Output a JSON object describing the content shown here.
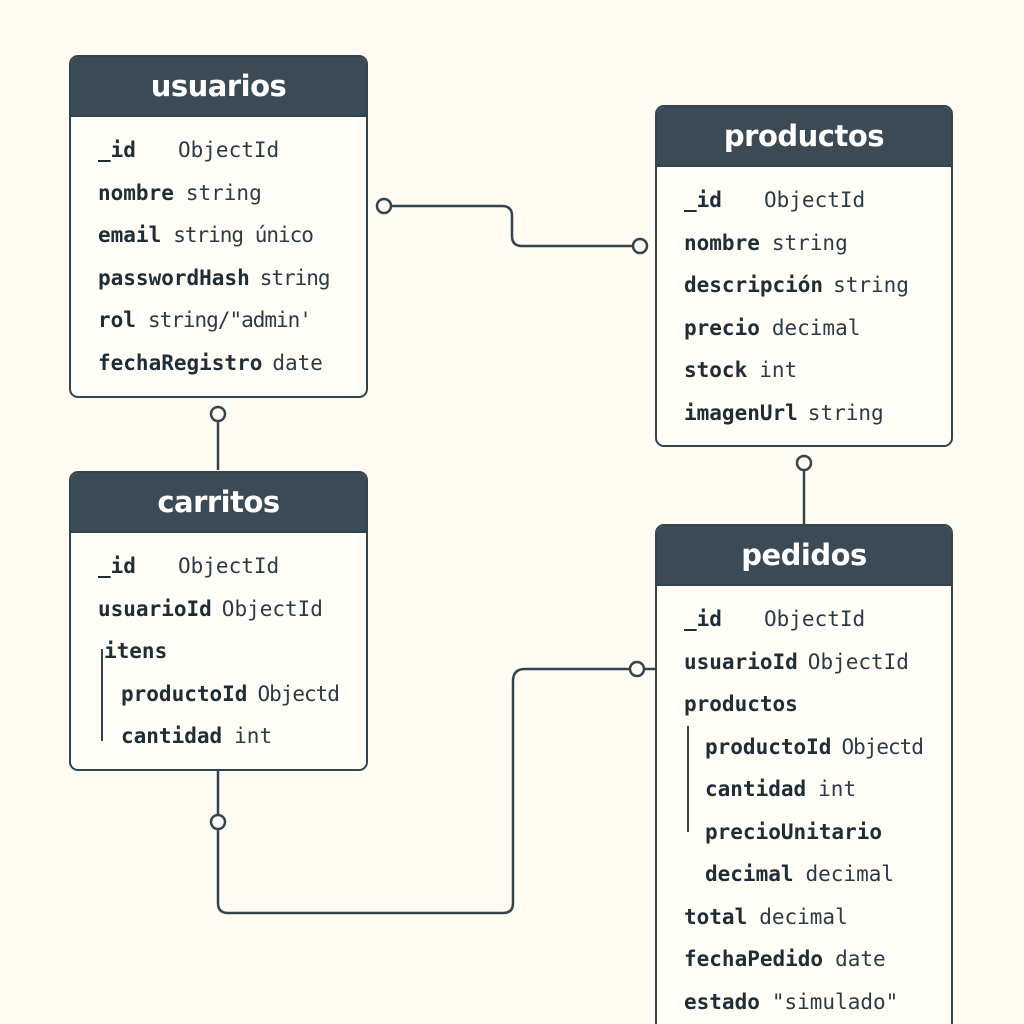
{
  "entities": {
    "usuarios": {
      "title": "usuarios",
      "fields": [
        {
          "name": "_id",
          "type": "ObjectId"
        },
        {
          "name": "nombre",
          "type": "string"
        },
        {
          "name": "email",
          "type": "string único"
        },
        {
          "name": "passwordHash",
          "type": "string"
        },
        {
          "name": "rol",
          "type": "string/\"admin'"
        },
        {
          "name": "fechaRegistro",
          "type": "date"
        }
      ]
    },
    "productos": {
      "title": "productos",
      "fields": [
        {
          "name": "_id",
          "type": "ObjectId"
        },
        {
          "name": "nombre",
          "type": "string"
        },
        {
          "name": "descripción",
          "type": "string"
        },
        {
          "name": "precio",
          "type": "decimal"
        },
        {
          "name": "stock",
          "type": "int"
        },
        {
          "name": "imagenUrl",
          "type": "string"
        }
      ]
    },
    "carritos": {
      "title": "carritos",
      "fields": [
        {
          "name": "_id",
          "type": "ObjectId"
        },
        {
          "name": "usuarioId",
          "type": "ObjectId"
        },
        {
          "name": "itens",
          "type": ""
        },
        {
          "name": "productoId",
          "type": "Objectd"
        },
        {
          "name": "cantidad",
          "type": "int"
        }
      ]
    },
    "pedidos": {
      "title": "pedidos",
      "fields": [
        {
          "name": "_id",
          "type": "ObjectId"
        },
        {
          "name": "usuarioId",
          "type": "ObjectId"
        },
        {
          "name": "productos",
          "type": ""
        },
        {
          "name": "productoId",
          "type": "Objectd"
        },
        {
          "name": "cantidad",
          "type": "int"
        },
        {
          "name": "precioUnitario",
          "type": ""
        },
        {
          "name": "decimal",
          "type": "decimal"
        },
        {
          "name": "total",
          "type": "decimal"
        },
        {
          "name": "fechaPedido",
          "type": "date"
        },
        {
          "name": "estado",
          "type": "\"simulado\""
        }
      ]
    }
  },
  "colors": {
    "background": "#fdfbf2",
    "header": "#3b4a55",
    "border": "#34444f",
    "text": "#1f2d36"
  }
}
